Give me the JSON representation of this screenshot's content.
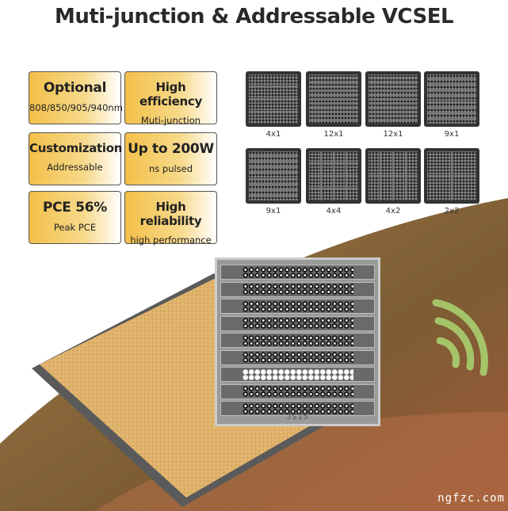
{
  "title": "Muti-junction & Addressable VCSEL",
  "features": [
    {
      "heading": "Optional",
      "sub": "808/850/905/940nm"
    },
    {
      "heading": "High efficiency",
      "sub": "Muti-junction"
    },
    {
      "heading": "Customization",
      "sub": "Addressable"
    },
    {
      "heading": "Up to 200W",
      "sub": "ns pulsed"
    },
    {
      "heading": "PCE 56%",
      "sub": "Peak PCE"
    },
    {
      "heading": "High reliability",
      "sub": "high performance"
    }
  ],
  "chips": [
    {
      "label": "4x1"
    },
    {
      "label": "12x1"
    },
    {
      "label": "12x1"
    },
    {
      "label": "9x1"
    },
    {
      "label": "9x1"
    },
    {
      "label": "4x4"
    },
    {
      "label": "4x2"
    },
    {
      "label": "2x2"
    }
  ],
  "die_marking": "JS15",
  "watermark": "ngfzc.com",
  "colors": {
    "accent": "#f3c04a",
    "brown": "#8a6a3a"
  }
}
